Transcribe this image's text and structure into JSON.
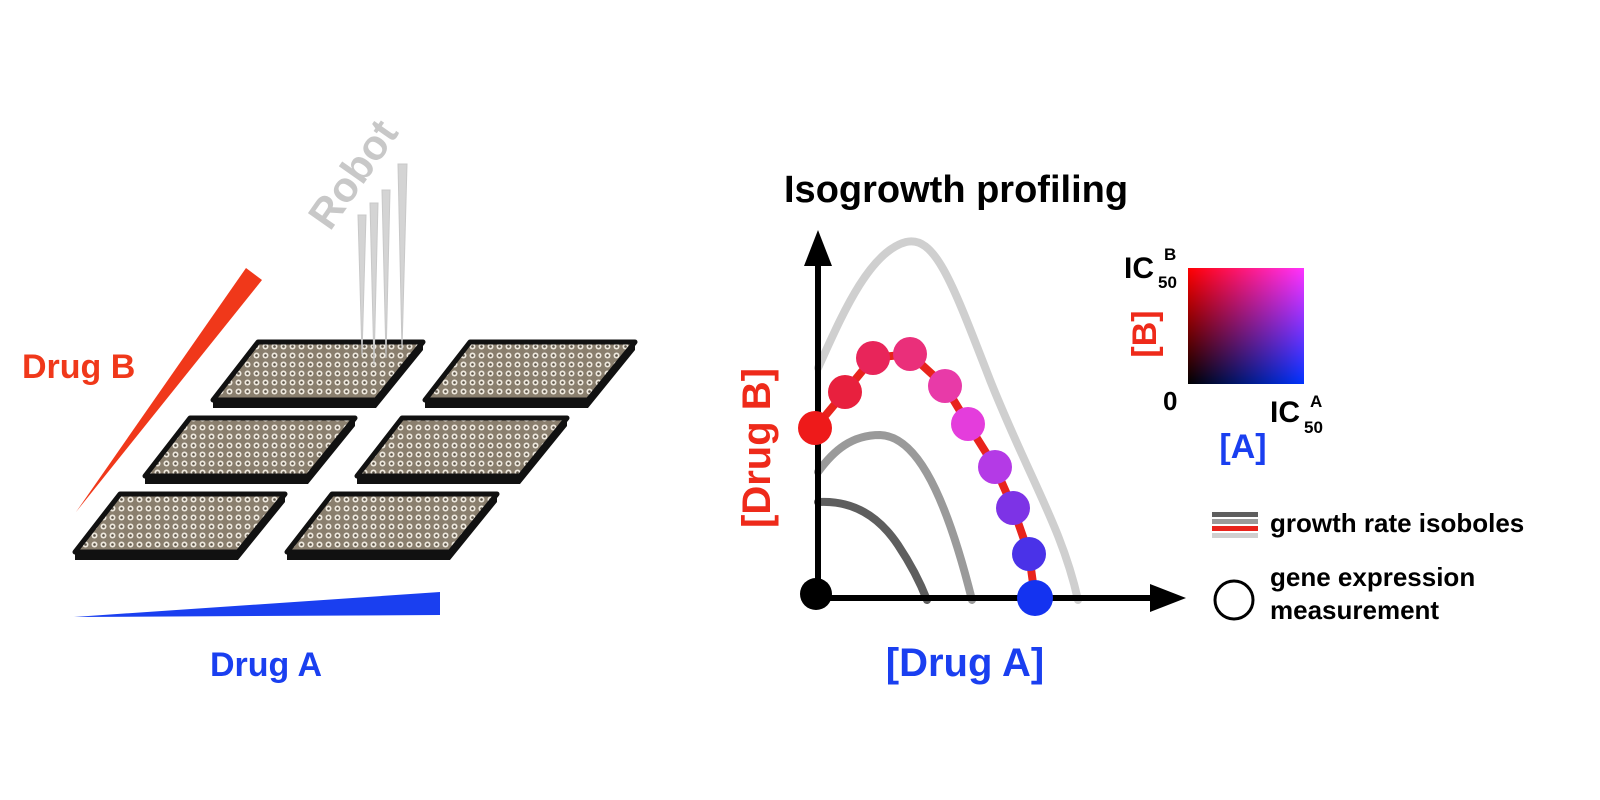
{
  "left_panel": {
    "robot_label": "Robot",
    "drug_b_label": "Drug B",
    "drug_a_label": "Drug A"
  },
  "right_panel": {
    "title": "Isogrowth profiling",
    "y_axis_label": "[Drug B]",
    "x_axis_label": "[Drug A]",
    "colormap": {
      "ic50_b_main": "IC",
      "ic50_b_sub": "50",
      "ic50_b_sup": "B",
      "ic50_a_main": "IC",
      "ic50_a_sub": "50",
      "ic50_a_sup": "A",
      "zero_label": "0",
      "b_axis_label": "[B]",
      "a_axis_label": "[A]"
    },
    "legend": {
      "isoboles_label": "growth rate isoboles",
      "measurement_line1": "gene expression",
      "measurement_line2": "measurement"
    }
  },
  "colors": {
    "drug_a": "#1a3ff0",
    "drug_b": "#f0381a",
    "robot": "#c8c8c8",
    "measured_isobole": "#e8231c"
  },
  "icons": [
    "robot-pipette-icon",
    "well-plate-icon",
    "gradient-wedge-icon"
  ]
}
